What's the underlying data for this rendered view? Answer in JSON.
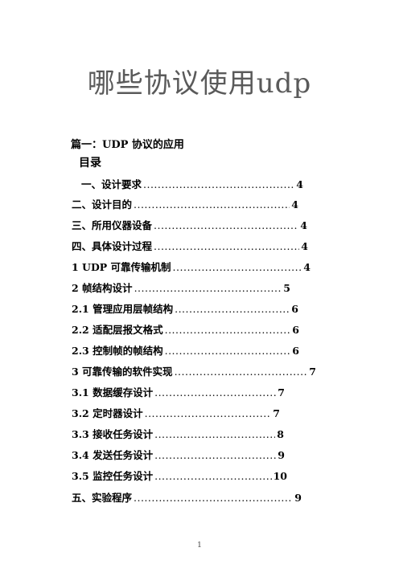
{
  "document": {
    "title_cjk": "哪些协议使用",
    "title_latin": "udp",
    "section_heading": "篇一：UDP 协议的应用",
    "toc_heading": "目录",
    "toc": [
      {
        "label": "一、设计要求",
        "page": "4"
      },
      {
        "label": "二、设计目的",
        "page": "4"
      },
      {
        "label": "三、所用仪器设备",
        "page": "4"
      },
      {
        "label": "四、具体设计过程",
        "page": "4"
      },
      {
        "label": "1    UDP  可靠传输机制",
        "page": "4"
      },
      {
        "label": "2    帧结构设计",
        "page": "5"
      },
      {
        "label": "2.1  管理应用层帧结构",
        "page": "6"
      },
      {
        "label": "2.2  适配层报文格式",
        "page": "6"
      },
      {
        "label": "2.3  控制帧的帧结构",
        "page": "6"
      },
      {
        "label": "3    可靠传输的软件实现",
        "page": "7"
      },
      {
        "label": "3.1  数据缓存设计",
        "page": "7"
      },
      {
        "label": "3.2  定时器设计",
        "page": "7"
      },
      {
        "label": "3.3  接收任务设计",
        "page": "8"
      },
      {
        "label": "3.4  发送任务设计",
        "page": "9"
      },
      {
        "label": "3.5  监控任务设计",
        "page": "10"
      },
      {
        "label": "五、实验程序",
        "page": "9"
      }
    ],
    "page_number": "1"
  }
}
